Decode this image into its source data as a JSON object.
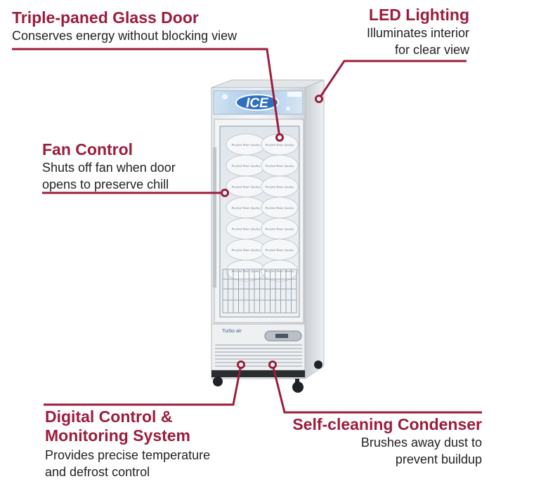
{
  "accent_color": "#9c1c3c",
  "product": {
    "sign_text": "ICE",
    "brand_badge": "Turbo air",
    "bag_text": "Purified Water Quality"
  },
  "callouts": {
    "glass_door": {
      "title": "Triple-paned Glass Door",
      "desc": [
        "Conserves energy without blocking view"
      ]
    },
    "led": {
      "title": "LED Lighting",
      "desc": [
        "Illuminates interior",
        "for clear view"
      ]
    },
    "fan": {
      "title": "Fan Control",
      "desc": [
        "Shuts off fan when door",
        "opens to preserve chill"
      ]
    },
    "digital": {
      "title": [
        "Digital Control &",
        "Monitoring System"
      ],
      "desc": [
        "Provides precise temperature",
        "and defrost control"
      ]
    },
    "condenser": {
      "title": "Self-cleaning Condenser",
      "desc": [
        "Brushes away dust to",
        "prevent buildup"
      ]
    }
  }
}
